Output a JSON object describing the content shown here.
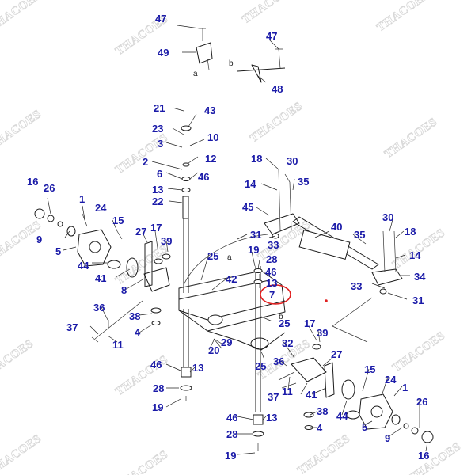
{
  "diagram": {
    "watermark_text": "THACOES",
    "highlight_color": "#e02020",
    "callout_color": "#1a1aa8",
    "highlighted_label": "7",
    "view_letters": [
      "a",
      "b",
      "a",
      "b"
    ],
    "callouts": [
      "47",
      "49",
      "47",
      "48",
      "21",
      "43",
      "23",
      "10",
      "3",
      "12",
      "2",
      "6",
      "46",
      "13",
      "22",
      "18",
      "30",
      "14",
      "35",
      "16",
      "26",
      "1",
      "24",
      "15",
      "9",
      "5",
      "44",
      "41",
      "27",
      "17",
      "39",
      "8",
      "45",
      "40",
      "31",
      "33",
      "25",
      "42",
      "19",
      "28",
      "46",
      "13",
      "7",
      "35",
      "30",
      "18",
      "14",
      "34",
      "33",
      "31",
      "36",
      "38",
      "37",
      "11",
      "4",
      "25",
      "17",
      "39",
      "32",
      "29",
      "20",
      "27",
      "46",
      "13",
      "28",
      "19",
      "36",
      "25",
      "15",
      "24",
      "1",
      "37",
      "11",
      "41",
      "44",
      "26",
      "38",
      "4",
      "5",
      "9",
      "16",
      "46",
      "13",
      "28",
      "19"
    ]
  }
}
